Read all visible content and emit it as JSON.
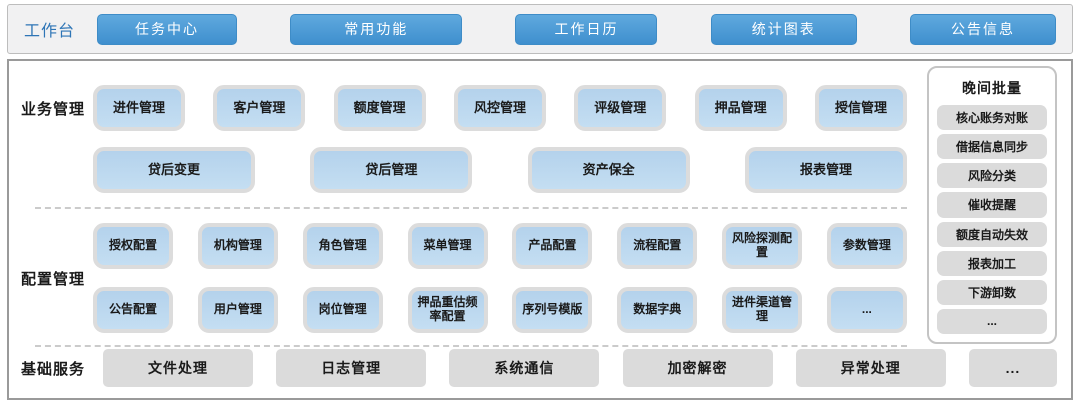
{
  "topbar": {
    "label": "工作台",
    "buttons": [
      "任务中心",
      "常用功能",
      "工作日历",
      "统计图表",
      "公告信息"
    ]
  },
  "business": {
    "label": "业务管理",
    "row1": [
      "进件管理",
      "客户管理",
      "额度管理",
      "风控管理",
      "评级管理",
      "押品管理",
      "授信管理"
    ],
    "row2": [
      "贷后变更",
      "贷后管理",
      "资产保全",
      "报表管理"
    ]
  },
  "config": {
    "label": "配置管理",
    "row1": [
      "授权配置",
      "机构管理",
      "角色管理",
      "菜单管理",
      "产品配置",
      "流程配置",
      "风险探测配置",
      "参数管理"
    ],
    "row2": [
      "公告配置",
      "用户管理",
      "岗位管理",
      "押品重估频率配置",
      "序列号模版",
      "数据字典",
      "进件渠道管理",
      "..."
    ]
  },
  "basic": {
    "label": "基础服务",
    "row": [
      "文件处理",
      "日志管理",
      "系统通信",
      "加密解密",
      "异常处理",
      "..."
    ]
  },
  "batch": {
    "title": "晚间批量",
    "items": [
      "核心账务对账",
      "借据信息同步",
      "风险分类",
      "催收提醒",
      "额度自动失效",
      "报表加工",
      "下游卸数",
      "..."
    ]
  },
  "colors": {
    "button_blue": "#3F8FCE",
    "module_blue": "#C4DEF2",
    "box_border": "#DCDCDC",
    "gray": "#DBDBDB",
    "label_blue": "#2E75B6"
  }
}
